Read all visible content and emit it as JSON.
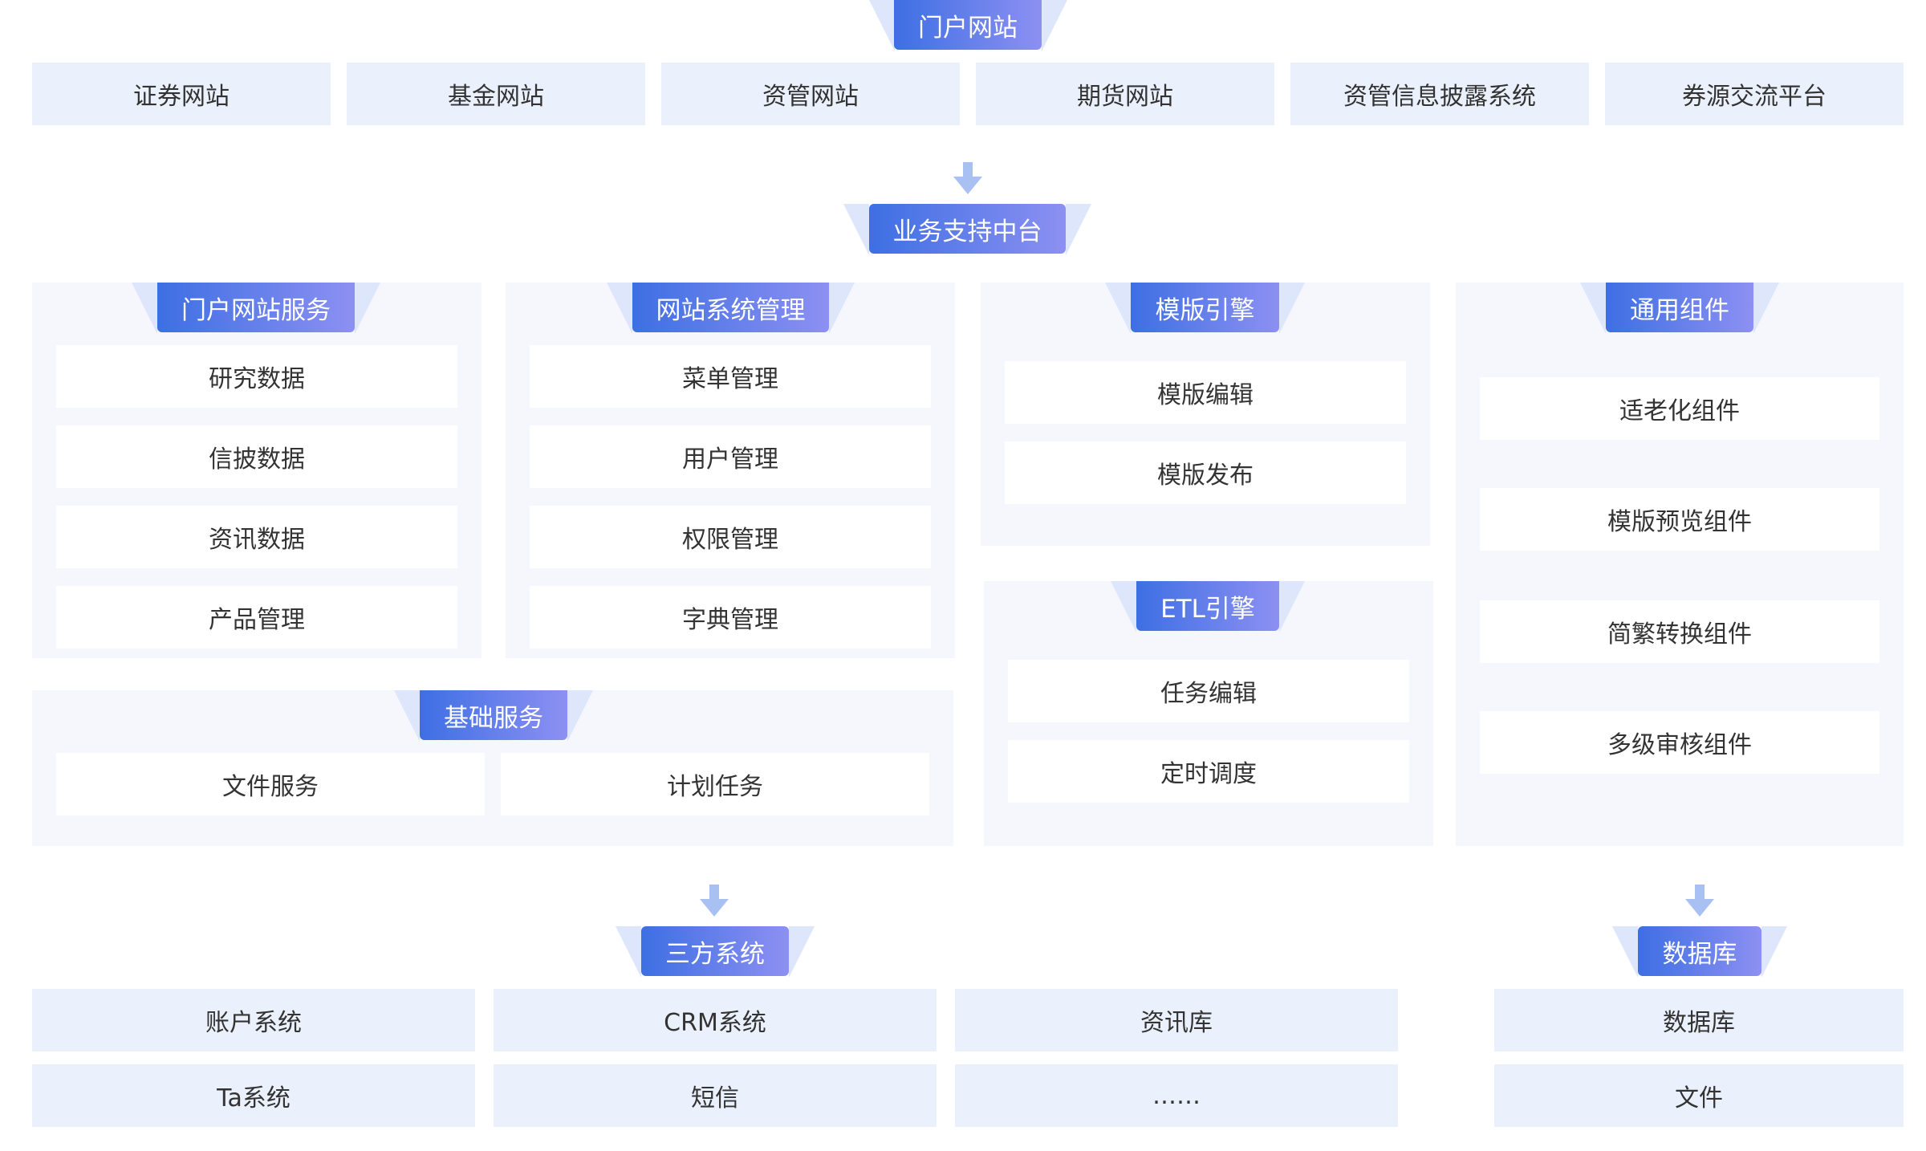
{
  "colors": {
    "tag_start": "#3d6fe3",
    "tag_end": "#8d90f2",
    "top_box": "#ebf1fc",
    "panel": "#f5f7fd",
    "arrow": "#a9c0f3"
  },
  "portal": {
    "title": "门户网站",
    "sites": [
      "证券网站",
      "基金网站",
      "资管网站",
      "期货网站",
      "资管信息披露系统",
      "券源交流平台"
    ]
  },
  "middle": {
    "title": "业务支持中台",
    "portal_service": {
      "title": "门户网站服务",
      "items": [
        "研究数据",
        "信披数据",
        "资讯数据",
        "产品管理"
      ]
    },
    "site_admin": {
      "title": "网站系统管理",
      "items": [
        "菜单管理",
        "用户管理",
        "权限管理",
        "字典管理"
      ]
    },
    "template_engine": {
      "title": "模版引擎",
      "items": [
        "模版编辑",
        "模版发布"
      ]
    },
    "etl_engine": {
      "title": "ETL引擎",
      "items": [
        "任务编辑",
        "定时调度"
      ]
    },
    "common_components": {
      "title": "通用组件",
      "items": [
        "适老化组件",
        "模版预览组件",
        "简繁转换组件",
        "多级审核组件"
      ]
    },
    "base_service": {
      "title": "基础服务",
      "items": [
        "文件服务",
        "计划任务"
      ]
    }
  },
  "third_party": {
    "title": "三方系统",
    "items": [
      "账户系统",
      "CRM系统",
      "资讯库",
      "Ta系统",
      "短信",
      "……"
    ]
  },
  "database": {
    "title": "数据库",
    "items": [
      "数据库",
      "文件"
    ]
  }
}
